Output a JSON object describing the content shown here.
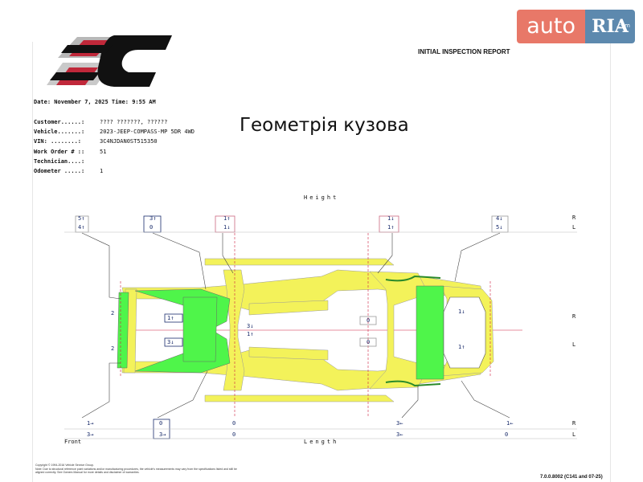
{
  "watermark": {
    "auto": "auto",
    "ria": "RIA",
    "com": ".com"
  },
  "header": {
    "report_title": "INITIAL INSPECTION REPORT",
    "datetime": "Date: November 7, 2025 Time: 9:55 AM",
    "big_title": "Геометрія кузова"
  },
  "info": [
    {
      "label": "Customer......:",
      "value": "???? ???????, ??????"
    },
    {
      "label": "Vehicle.......:",
      "value": "2023-JEEP-COMPASS-MP 5DR 4WD"
    },
    {
      "label": "VIN:  ........:",
      "value": "3C4NJDAN0ST515350"
    },
    {
      "label": "Work Order # ::",
      "value": "51"
    },
    {
      "label": "Technician....:",
      "value": ""
    },
    {
      "label": "Odometer .....:",
      "value": "1"
    }
  ],
  "diagram": {
    "height_label": "Height",
    "length_label": "Length",
    "front_label": "Front",
    "side_labels": {
      "r": "R",
      "l": "L"
    },
    "height_boxes": [
      {
        "top": "5",
        "bottom": "4"
      },
      {
        "top": "3",
        "bottom": "0"
      },
      {
        "top": "1",
        "bottom": "1"
      },
      {
        "top": "1",
        "bottom": "1"
      },
      {
        "top": "4",
        "bottom": "5"
      }
    ],
    "length_boxes": [
      {
        "top": "1",
        "bottom": "3"
      },
      {
        "top": "0",
        "bottom": "3"
      },
      {
        "top": "0",
        "bottom": "0"
      },
      {
        "top": "3",
        "bottom": "3"
      },
      {
        "top": "1",
        "bottom": "0"
      }
    ],
    "width_values": [
      "1",
      "3",
      "3",
      "1",
      "0",
      "0",
      "1",
      "1",
      "2",
      "2"
    ]
  },
  "footer": {
    "copyright": "Copyright © 1994-2016 Vehicle Service Group.",
    "note": "Note: Due to structural reference point variations and/or manufacturing procedures, the vehicle's measurements may vary from the specifications listed and still be aligned correctly. See Owners Manual for more details and disclaimer of warranties.",
    "version": "7.0.0.8002   (C141 and 07-25)"
  },
  "colors": {
    "frame_yellow": "#f3f25a",
    "frame_green": "#4ff54a",
    "line_red": "#d02040",
    "box_navy": "#1a2c6b"
  }
}
